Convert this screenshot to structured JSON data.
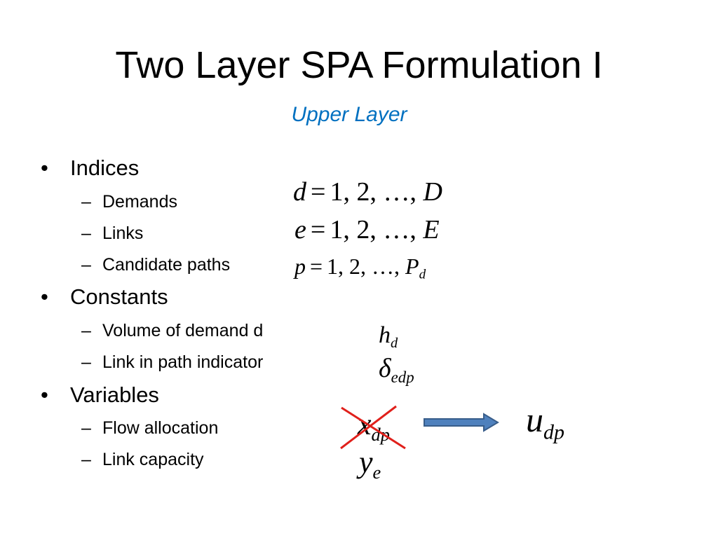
{
  "slide": {
    "title": "Two Layer SPA Formulation I",
    "subtitle": "Upper Layer",
    "subtitle_color": "#0070C0",
    "bullet_symbol": "•",
    "dash_symbol": "–",
    "sections": [
      {
        "label": "Indices",
        "items": [
          "Demands",
          "Links",
          "Candidate paths"
        ]
      },
      {
        "label": "Constants",
        "items": [
          "Volume of demand d",
          "Link in path indicator"
        ]
      },
      {
        "label": "Variables",
        "items": [
          "Flow allocation",
          "Link capacity"
        ]
      }
    ]
  },
  "math": {
    "demands": {
      "var": "d",
      "eq": "=",
      "range": "1, 2, …, ",
      "upper": "D"
    },
    "links": {
      "var": "e",
      "eq": "=",
      "range": "1, 2, …, ",
      "upper": "E"
    },
    "paths": {
      "var": "p",
      "eq": "=",
      "range": "1, 2, …, ",
      "upper": "P",
      "upper_sub": "d"
    },
    "volume": {
      "symbol": "h",
      "sub": "d"
    },
    "indicator": {
      "symbol": "δ",
      "sub": "edp"
    },
    "flow_old": {
      "symbol": "x",
      "sub": "dp"
    },
    "capacity": {
      "symbol": "y",
      "sub": "e"
    },
    "flow_new": {
      "symbol": "u",
      "sub": "dp"
    }
  },
  "annotations": {
    "cross_color": "#E0201B",
    "arrow_fill": "#4F81BD",
    "arrow_stroke": "#385D8A",
    "cross_icon": "x-cross-icon",
    "arrow_icon": "right-arrow-icon"
  }
}
